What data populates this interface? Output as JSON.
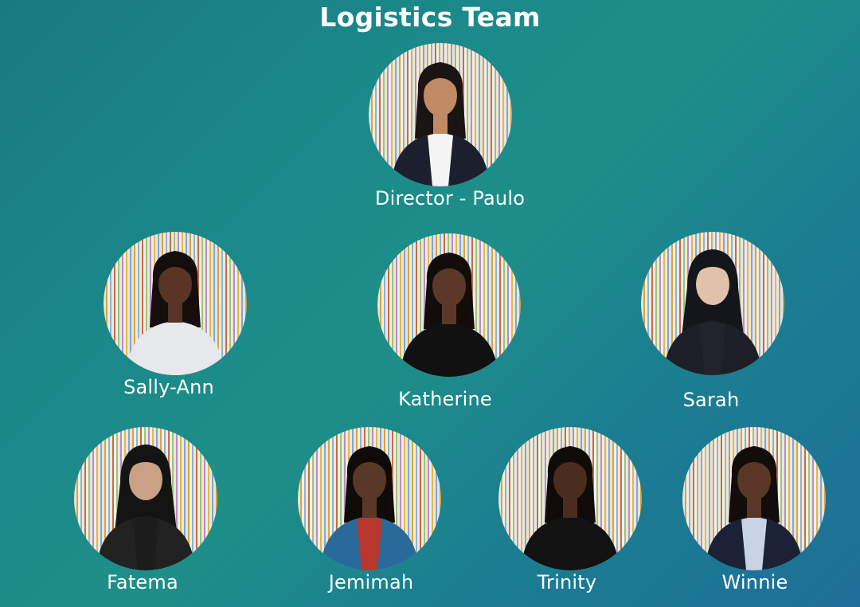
{
  "title": "Logistics Team",
  "members": [
    {
      "name": "Director - Paulo",
      "photo": "person-photo",
      "shirt": "#f4f4f4",
      "jacket": "#1c1f2e",
      "skin": "#c08a66",
      "hair": "#1a1412",
      "hijab": false
    },
    {
      "name": "Sally-Ann",
      "photo": "person-photo",
      "shirt": "#e6e8ec",
      "jacket": "#e6e8ec",
      "skin": "#5a3425",
      "hair": "#140e0c",
      "hijab": false
    },
    {
      "name": "Katherine",
      "photo": "person-photo",
      "shirt": "#111111",
      "jacket": "#111111",
      "skin": "#5c3828",
      "hair": "#120d0b",
      "hijab": false
    },
    {
      "name": "Sarah",
      "photo": "person-photo",
      "shirt": "#22242c",
      "jacket": "#1d1f27",
      "skin": "#e2c1aa",
      "hair": "#15161c",
      "hijab": true
    },
    {
      "name": "Fatema",
      "photo": "person-photo",
      "shirt": "#1c1c1c",
      "jacket": "#222222",
      "skin": "#caa185",
      "hair": "#141414",
      "hijab": true
    },
    {
      "name": "Jemimah",
      "photo": "person-photo",
      "shirt": "#b8372e",
      "jacket": "#2a6a9a",
      "skin": "#5a3828",
      "hair": "#100b09",
      "hijab": false
    },
    {
      "name": "Trinity",
      "photo": "person-photo",
      "shirt": "#121212",
      "jacket": "#121212",
      "skin": "#4b2c1f",
      "hair": "#0f0b09",
      "hijab": false
    },
    {
      "name": "Winnie",
      "photo": "person-photo",
      "shirt": "#c9d3e6",
      "jacket": "#1b2236",
      "skin": "#5a3626",
      "hair": "#120d0a",
      "hijab": false
    }
  ]
}
